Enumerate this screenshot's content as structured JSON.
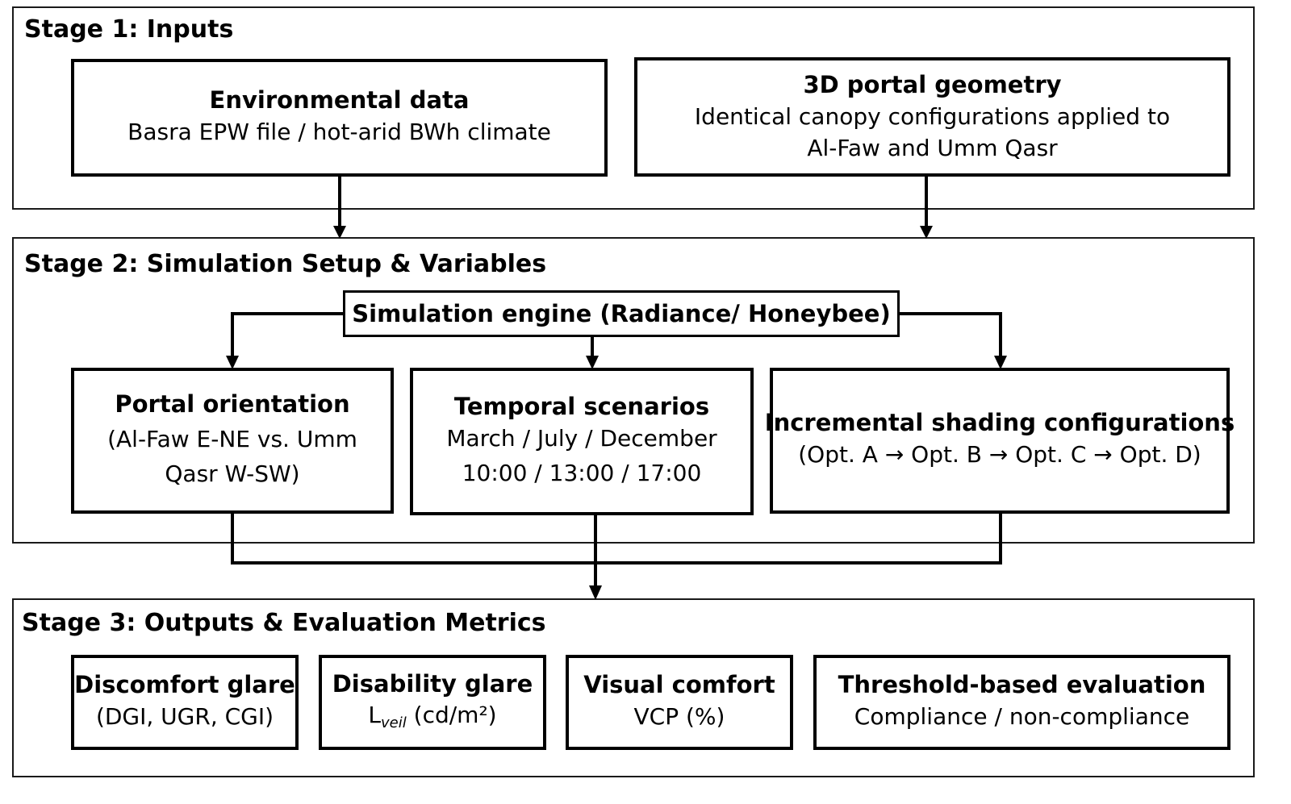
{
  "stage1": {
    "title": "Stage 1: Inputs",
    "environmental": {
      "title": "Environmental data",
      "line1": "Basra EPW file / hot-arid BWh climate"
    },
    "geometry": {
      "title": "3D portal geometry",
      "line1": "Identical canopy configurations applied to",
      "line2": "Al-Faw and Umm Qasr"
    }
  },
  "stage2": {
    "title": "Stage 2: Simulation Setup & Variables",
    "engine": "Simulation engine (Radiance/ Honeybee)",
    "orientation": {
      "title": "Portal orientation",
      "text": "(Al-Faw E-NE vs. Umm Qasr W-SW)"
    },
    "temporal": {
      "title": "Temporal scenarios",
      "line1": "March / July / December",
      "line2": "10:00 / 13:00 / 17:00"
    },
    "shading": {
      "title": "Incremental shading configurations",
      "line1": "(Opt. A → Opt. B → Opt. C → Opt. D)"
    }
  },
  "stage3": {
    "title": "Stage 3: Outputs & Evaluation Metrics",
    "discomfort": {
      "title": "Discomfort glare",
      "line1": "(DGI, UGR, CGI)"
    },
    "disability": {
      "title": "Disability glare",
      "symbol": "L",
      "subscript": "veil",
      "unit": "(cd/m²)"
    },
    "visual": {
      "title": "Visual comfort",
      "line1": "VCP (%)"
    },
    "threshold": {
      "title": "Threshold-based evaluation",
      "line1": "Compliance / non-compliance"
    }
  },
  "colors": {
    "stroke": "#000000",
    "stage_border": "#1a1a1a",
    "background": "#ffffff"
  }
}
